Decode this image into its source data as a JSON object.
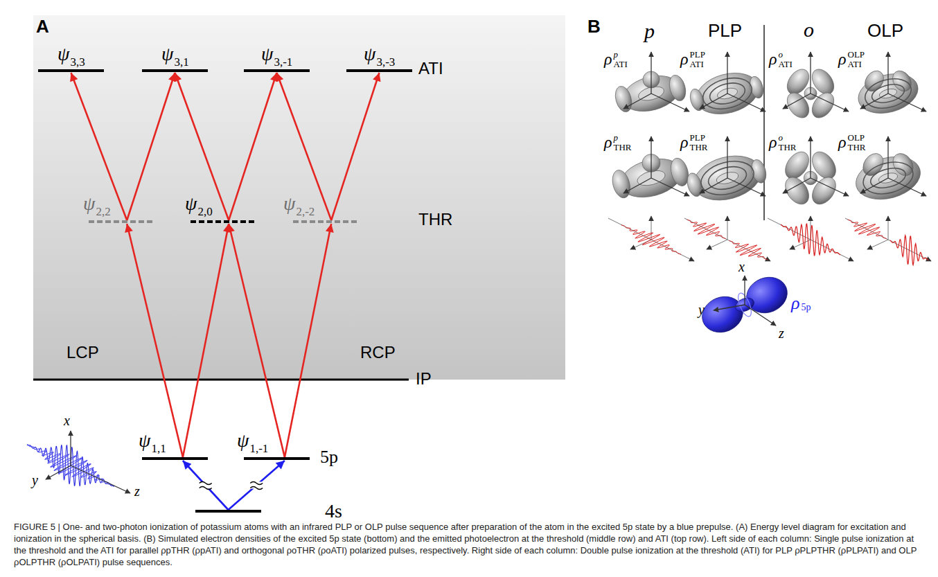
{
  "diagram": {
    "caption": "FIGURE 5 | One- and two-photon ionization of potassium atoms with an infrared PLP or OLP pulse sequence after preparation of the atom in the excited 5p state by a blue prepulse. (A) Energy level diagram for excitation and ionization in the spherical basis. (B) Simulated electron densities of the excited 5p state (bottom) and the emitted photoelectron at the threshold (middle row) and ATI (top row). Left side of each column: Single pulse ionization at the threshold and the ATI for parallel ρpTHR (ρpATI) and orthogonal ρoTHR (ρoATI) polarized pulses, respectively. Right side of each column: Double pulse ionization at the threshold (ATI) for PLP ρPLPTHR (ρPLPATI) and OLP ρOLPTHR (ρOLPATI) pulse sequences.",
    "nodes": [
      {
        "text": [
          "ψ3,3"
        ]
      },
      {
        "text": [
          "ψ3,1"
        ]
      },
      {
        "text": [
          "ψ3,-1"
        ]
      },
      {
        "text": [
          "ψ3,-3"
        ]
      },
      {
        "text": [
          "ψ2,2"
        ]
      },
      {
        "text": [
          "ψ2,0"
        ]
      },
      {
        "text": [
          "ψ2,-2"
        ]
      },
      {
        "text": [
          "ψ1,1"
        ]
      },
      {
        "text": [
          "ψ1,-1"
        ]
      },
      {
        "text": [
          "4s"
        ]
      }
    ],
    "edges": [
      {
        "from": 9,
        "to": 7,
        "arrow": "to"
      },
      {
        "from": 9,
        "to": 8,
        "arrow": "to"
      },
      {
        "from": 7,
        "to": 4,
        "arrow": "to"
      },
      {
        "from": 7,
        "to": 5,
        "arrow": "to"
      },
      {
        "from": 8,
        "to": 5,
        "arrow": "to"
      },
      {
        "from": 8,
        "to": 6,
        "arrow": "to"
      },
      {
        "from": 4,
        "to": 0,
        "arrow": "to"
      },
      {
        "from": 4,
        "to": 1,
        "arrow": "to"
      },
      {
        "from": 5,
        "to": 1,
        "arrow": "to"
      },
      {
        "from": 5,
        "to": 2,
        "arrow": "to"
      },
      {
        "from": 6,
        "to": 2,
        "arrow": "to"
      },
      {
        "from": 6,
        "to": 3,
        "arrow": "to"
      }
    ],
    "labels": [
      "A",
      "ATI",
      "THR",
      "IP",
      "LCP",
      "RCP",
      "5p",
      "x",
      "y",
      "z",
      "B",
      "p",
      "PLP",
      "o",
      "OLP",
      "ρpATI",
      "ρPLPATI",
      "ρoATI",
      "ρOLPATI",
      "ρpTHR",
      "ρPLPTHR",
      "ρoTHR",
      "ρOLPTHR",
      "x",
      "y",
      "z",
      "ρ5p"
    ]
  }
}
